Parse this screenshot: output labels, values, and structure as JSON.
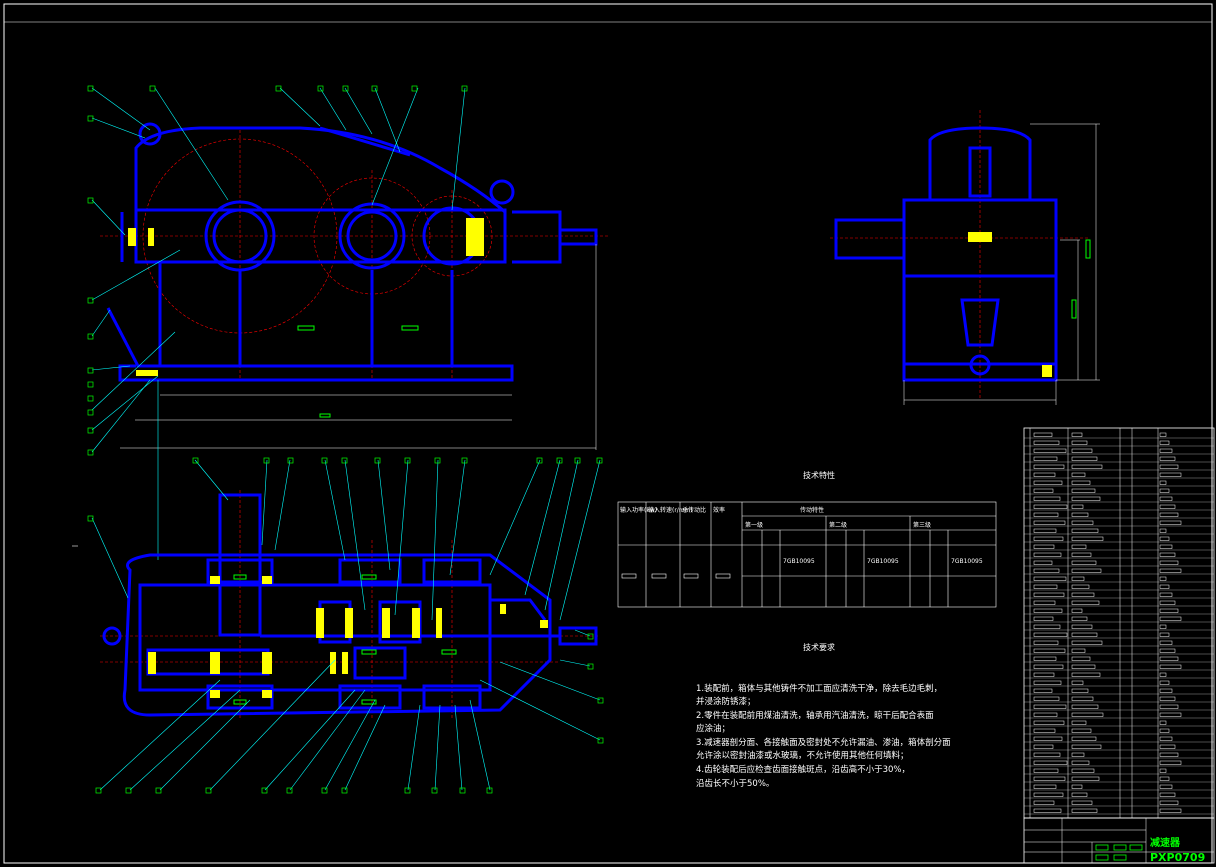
{
  "drawing": {
    "tech_table_title": "技术特性",
    "tech_table": {
      "headers": [
        "输入功率(kw)",
        "输入转速(r/min)",
        "总传动比",
        "效率",
        "传动特性"
      ],
      "sub_headers": [
        "第一级",
        "第二级",
        "第三级"
      ],
      "grade_labels": [
        "7GB10095",
        "7GB10095",
        "7GB10095"
      ]
    },
    "requirements_title": "技术要求",
    "requirements": [
      "1.装配前，箱体与其他铸件不加工面应清洗干净，除去毛边毛刺，",
      "并浸涂防锈漆；",
      "2.零件在装配前用煤油清洗，轴承用汽油清洗，晾干后配合表面",
      "应涂油；",
      "3.减速器剖分面、各接触面及密封处不允许漏油、渗油，箱体剖分面",
      "允许涂以密封油漆或水玻璃，不允许使用其他任何填料；",
      "4.齿轮装配后应检查齿面接触斑点，沿齿高不小于30%，",
      "沿齿长不小于50%。"
    ],
    "title_block": {
      "name": "减速器",
      "code": "PXP0709"
    },
    "colors": {
      "outline": "#0000ff",
      "centerline": "#ff0000",
      "leader": "#00ffff",
      "hatch": "#ffff00",
      "text": "#ffffff",
      "title": "#00ff00",
      "frame": "#ffffff"
    }
  }
}
